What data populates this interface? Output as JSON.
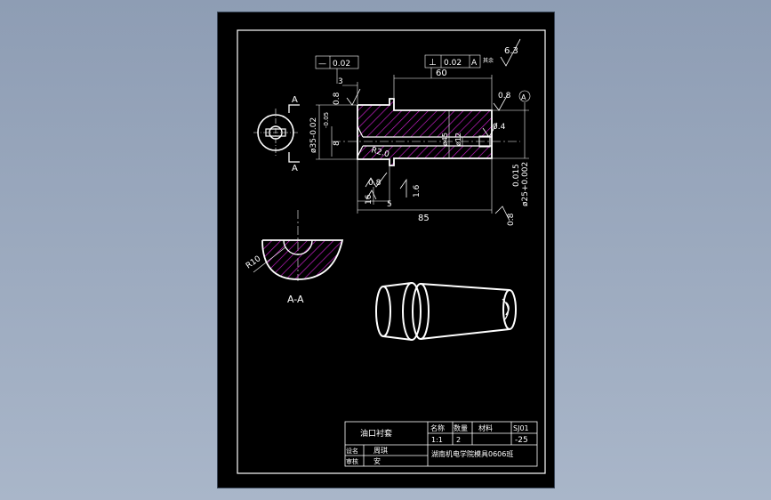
{
  "drawing": {
    "front_view": {
      "flatness_frame": {
        "symbol": "—",
        "value": "0.02"
      },
      "perp_frame": {
        "symbol": "⊥",
        "value": "0.02",
        "datum": "A"
      },
      "dim_length_60": "60",
      "dim_length_3": "3",
      "dim_length_85": "85",
      "dim_length_16": "16",
      "dim_length_5": "5",
      "dim_dia_35": "ø35-0.02",
      "dim_dia_35_tol": "-0.05",
      "dim_dia_8": "8",
      "dim_dia_45": "ø45",
      "dim_dia_12": "ø12",
      "dim_dia_25": "ø25+0.002",
      "dim_dia_25_tol": "0.015",
      "dim_radius": "R2.0",
      "rough_general": "6.3",
      "rough_general_note": "其余",
      "rough_08_top": "0.8",
      "rough_08_left": "0.8",
      "rough_08_bottom": "0.8",
      "rough_08_right": "0.8",
      "rough_04": "0.4",
      "rough_16": "1.6",
      "datum_label": "A"
    },
    "side_view": {
      "cut_label_top": "A",
      "cut_label_bottom": "A"
    },
    "section_view": {
      "label": "A-A",
      "radius": "R10"
    },
    "title_block": {
      "part_name": "油口衬套",
      "col_name": "名称",
      "col_qty": "数量",
      "col_material": "材料",
      "scale": "1:1",
      "qty": "2",
      "material": "SJ01",
      "material_sub": "-25",
      "designer_label": "设名",
      "designer": "周琪",
      "checker_label": "审核",
      "checker": "安",
      "school": "湖南机电学院模具0606班"
    }
  }
}
